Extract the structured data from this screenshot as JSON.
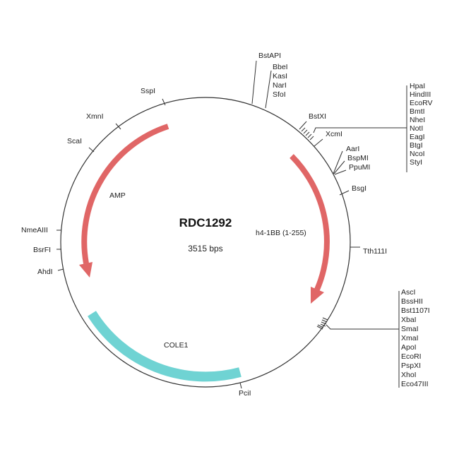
{
  "plasmid": {
    "name": "RDC1292",
    "size": "3515 bps"
  },
  "features": [
    {
      "label": "AMP",
      "color": "#e06666"
    },
    {
      "label": "h4-1BB (1-255)",
      "color": "#e06666"
    },
    {
      "label": "COLE1",
      "color": "#6fd3d3"
    }
  ],
  "sites": {
    "single": [
      "BstAPI",
      "SspI",
      "XmnI",
      "ScaI",
      "NmeAIII",
      "BsrFI",
      "AhdI",
      "PciI",
      "Tth111I",
      "BsgI",
      "BstXI",
      "XcmI"
    ],
    "group_top": [
      "BbeI",
      "KasI",
      "NarI",
      "SfoI"
    ],
    "group_aar": [
      "AarI",
      "BspMI",
      "PpuMI"
    ],
    "group_right": [
      "HpaI",
      "HindIII",
      "EcoRV",
      "BmtI",
      "NheI",
      "NotI",
      "EagI",
      "BtgI",
      "NcoI",
      "StyI"
    ],
    "group_bottom": [
      "AscI",
      "BssHII",
      "Bst1107I",
      "XbaI",
      "SmaI",
      "XmaI",
      "ApoI",
      "EcoRI",
      "PspXI",
      "XhoI",
      "Eco47III"
    ]
  }
}
